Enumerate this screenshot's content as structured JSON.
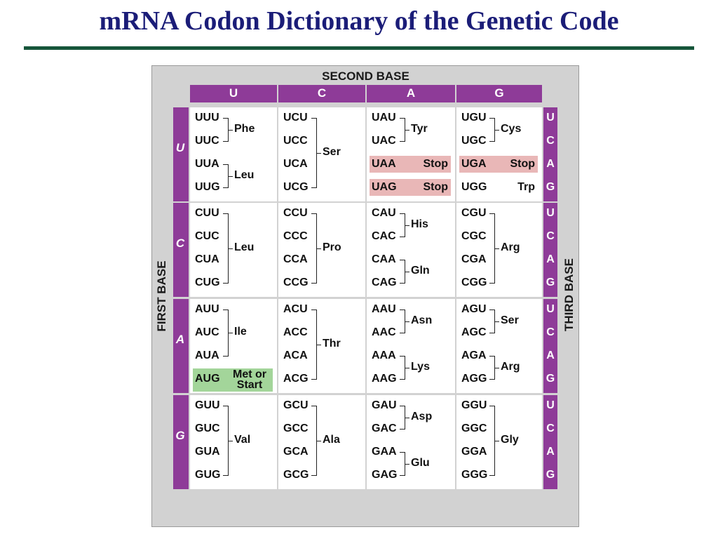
{
  "title": "mRNA Codon Dictionary of the Genetic Code",
  "colors": {
    "title": "#1b1d78",
    "rule": "#16553a",
    "purple": "#8e3b98",
    "grid_bg": "#d2d2d2",
    "stop_highlight": "#e9b7b7",
    "start_highlight": "#a3d59a"
  },
  "axis_labels": {
    "second_base": "SECOND BASE",
    "first_base": "FIRST BASE",
    "third_base": "THIRD BASE"
  },
  "bases": [
    "U",
    "C",
    "A",
    "G"
  ],
  "rows": [
    {
      "first": "U",
      "cells": [
        {
          "second": "U",
          "codons": [
            "UUU",
            "UUC",
            "UUA",
            "UUG"
          ],
          "groups": [
            {
              "from": 0,
              "to": 1,
              "aa": "Phe"
            },
            {
              "from": 2,
              "to": 3,
              "aa": "Leu"
            }
          ]
        },
        {
          "second": "C",
          "codons": [
            "UCU",
            "UCC",
            "UCA",
            "UCG"
          ],
          "groups": [
            {
              "from": 0,
              "to": 3,
              "aa": "Ser"
            }
          ]
        },
        {
          "second": "A",
          "codons": [
            "UAU",
            "UAC",
            "UAA",
            "UAG"
          ],
          "groups": [
            {
              "from": 0,
              "to": 1,
              "aa": "Tyr"
            },
            {
              "from": 2,
              "to": 2,
              "aa": "Stop",
              "highlight": "stop"
            },
            {
              "from": 3,
              "to": 3,
              "aa": "Stop",
              "highlight": "stop"
            }
          ]
        },
        {
          "second": "G",
          "codons": [
            "UGU",
            "UGC",
            "UGA",
            "UGG"
          ],
          "groups": [
            {
              "from": 0,
              "to": 1,
              "aa": "Cys"
            },
            {
              "from": 2,
              "to": 2,
              "aa": "Stop",
              "highlight": "stop"
            },
            {
              "from": 3,
              "to": 3,
              "aa": "Trp"
            }
          ]
        }
      ]
    },
    {
      "first": "C",
      "cells": [
        {
          "second": "U",
          "codons": [
            "CUU",
            "CUC",
            "CUA",
            "CUG"
          ],
          "groups": [
            {
              "from": 0,
              "to": 3,
              "aa": "Leu"
            }
          ]
        },
        {
          "second": "C",
          "codons": [
            "CCU",
            "CCC",
            "CCA",
            "CCG"
          ],
          "groups": [
            {
              "from": 0,
              "to": 3,
              "aa": "Pro"
            }
          ]
        },
        {
          "second": "A",
          "codons": [
            "CAU",
            "CAC",
            "CAA",
            "CAG"
          ],
          "groups": [
            {
              "from": 0,
              "to": 1,
              "aa": "His"
            },
            {
              "from": 2,
              "to": 3,
              "aa": "Gln"
            }
          ]
        },
        {
          "second": "G",
          "codons": [
            "CGU",
            "CGC",
            "CGA",
            "CGG"
          ],
          "groups": [
            {
              "from": 0,
              "to": 3,
              "aa": "Arg"
            }
          ]
        }
      ]
    },
    {
      "first": "A",
      "cells": [
        {
          "second": "U",
          "codons": [
            "AUU",
            "AUC",
            "AUA",
            "AUG"
          ],
          "groups": [
            {
              "from": 0,
              "to": 2,
              "aa": "Ile"
            },
            {
              "from": 3,
              "to": 3,
              "aa": "Met or Start",
              "highlight": "start"
            }
          ]
        },
        {
          "second": "C",
          "codons": [
            "ACU",
            "ACC",
            "ACA",
            "ACG"
          ],
          "groups": [
            {
              "from": 0,
              "to": 3,
              "aa": "Thr"
            }
          ]
        },
        {
          "second": "A",
          "codons": [
            "AAU",
            "AAC",
            "AAA",
            "AAG"
          ],
          "groups": [
            {
              "from": 0,
              "to": 1,
              "aa": "Asn"
            },
            {
              "from": 2,
              "to": 3,
              "aa": "Lys"
            }
          ]
        },
        {
          "second": "G",
          "codons": [
            "AGU",
            "AGC",
            "AGA",
            "AGG"
          ],
          "groups": [
            {
              "from": 0,
              "to": 1,
              "aa": "Ser"
            },
            {
              "from": 2,
              "to": 3,
              "aa": "Arg"
            }
          ]
        }
      ]
    },
    {
      "first": "G",
      "cells": [
        {
          "second": "U",
          "codons": [
            "GUU",
            "GUC",
            "GUA",
            "GUG"
          ],
          "groups": [
            {
              "from": 0,
              "to": 3,
              "aa": "Val"
            }
          ]
        },
        {
          "second": "C",
          "codons": [
            "GCU",
            "GCC",
            "GCA",
            "GCG"
          ],
          "groups": [
            {
              "from": 0,
              "to": 3,
              "aa": "Ala"
            }
          ]
        },
        {
          "second": "A",
          "codons": [
            "GAU",
            "GAC",
            "GAA",
            "GAG"
          ],
          "groups": [
            {
              "from": 0,
              "to": 1,
              "aa": "Asp"
            },
            {
              "from": 2,
              "to": 3,
              "aa": "Glu"
            }
          ]
        },
        {
          "second": "G",
          "codons": [
            "GGU",
            "GGC",
            "GGA",
            "GGG"
          ],
          "groups": [
            {
              "from": 0,
              "to": 3,
              "aa": "Gly"
            }
          ]
        }
      ]
    }
  ]
}
